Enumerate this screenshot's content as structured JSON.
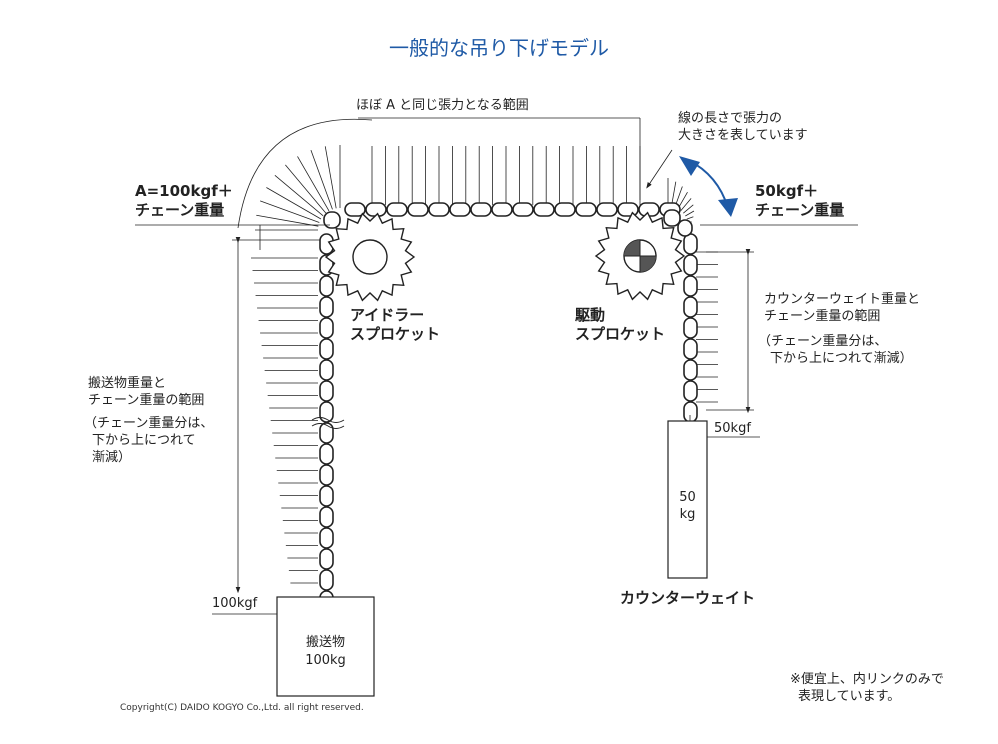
{
  "title": "一般的な吊り下げモデル",
  "top_range": "ほぼ A と同じ張力となる範囲",
  "length_note": [
    "線の長さで張力の",
    "大きさを表しています"
  ],
  "tension_left": [
    "A=100kgf＋",
    "チェーン重量"
  ],
  "tension_right": [
    "50kgf＋",
    "チェーン重量"
  ],
  "idler_label": [
    "アイドラー",
    "スプロケット"
  ],
  "drive_label": [
    "駆動",
    "スプロケット"
  ],
  "counter_range": [
    "カウンターウェイト重量と",
    "チェーン重量の範囲"
  ],
  "counter_note": [
    "（チェーン重量分は、",
    "下から上につれて漸減）"
  ],
  "load_range": [
    "搬送物重量と",
    "チェーン重量の範囲"
  ],
  "load_note": [
    "（チェーン重量分は、",
    "下から上につれて",
    "漸減）"
  ],
  "load_tension": "100kgf",
  "counter_tension": "50kgf",
  "load_box": [
    "搬送物",
    "100kg"
  ],
  "counter_box": [
    "50",
    "kg"
  ],
  "counterweight_label": "カウンターウェイト",
  "footnote": [
    "※便宜上、内リンクのみで",
    "表現しています。"
  ],
  "copyright": "Copyright(C) DAIDO KOGYO Co.,Ltd. all right reserved.",
  "colors": {
    "title": "#1f5aa6",
    "line": "#222222",
    "arrow": "#1f5aa6"
  }
}
